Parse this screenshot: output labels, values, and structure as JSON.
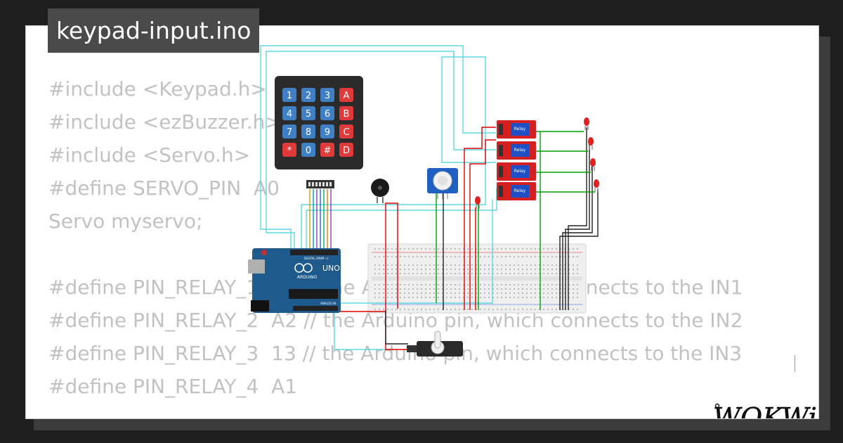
{
  "project": {
    "filename": "keypad-input.ino"
  },
  "code_lines": [
    "#include <Keypad.h>",
    "#include <ezBuzzer.h>",
    "#include <Servo.h>",
    "#define SERVO_PIN  A0",
    "Servo myservo;",
    "",
    "#define PIN_RELAY_1  A3 // the Arduino pin, which connects to the IN1",
    "#define PIN_RELAY_2  A2 // the Arduino pin, which connects to the IN2",
    "#define PIN_RELAY_3  13 // the Arduino pin, which connects to the IN3",
    "#define PIN_RELAY_4  A1"
  ],
  "keypad": {
    "keys": [
      "1",
      "2",
      "3",
      "A",
      "4",
      "5",
      "6",
      "B",
      "7",
      "8",
      "9",
      "C",
      "*",
      "0",
      "#",
      "D"
    ]
  },
  "arduino": {
    "model": "UNO",
    "brand": "ARDUINO",
    "header_top": "DIGITAL (PWM ~)",
    "header_bottom": "ANALOG IN"
  },
  "relay_label": "Relay",
  "logo_text": "WOKWi",
  "colors": {
    "background": "#1e1e1e",
    "title_tab": "#4a4a4a",
    "code_text": "#c2c2c2",
    "relay_red": "#d32020",
    "arduino_blue": "#1f5a8c",
    "key_blue": "#3f7fc4",
    "key_red": "#e03a3a",
    "wire_cyan": "#5ed8e0",
    "wire_red": "#e00000",
    "wire_green": "#00a000"
  }
}
